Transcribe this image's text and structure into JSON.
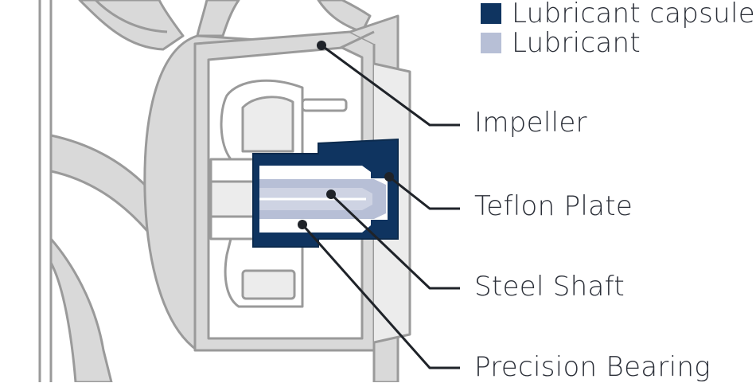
{
  "legend": [
    {
      "label": "Lubricant capsule",
      "color": "#0f3460"
    },
    {
      "label": "Lubricant",
      "color": "#b7bfd6"
    }
  ],
  "callouts": [
    {
      "label": "Impeller"
    },
    {
      "label": "Teflon Plate"
    },
    {
      "label": "Steel Shaft"
    },
    {
      "label": "Precision Bearing"
    }
  ],
  "colors": {
    "outline": "#9a9a9a",
    "housing_fill": "#d9d9d9",
    "leader_line": "#1f2329",
    "capsule": "#0f3460",
    "lubricant": "#b7bfd6"
  }
}
